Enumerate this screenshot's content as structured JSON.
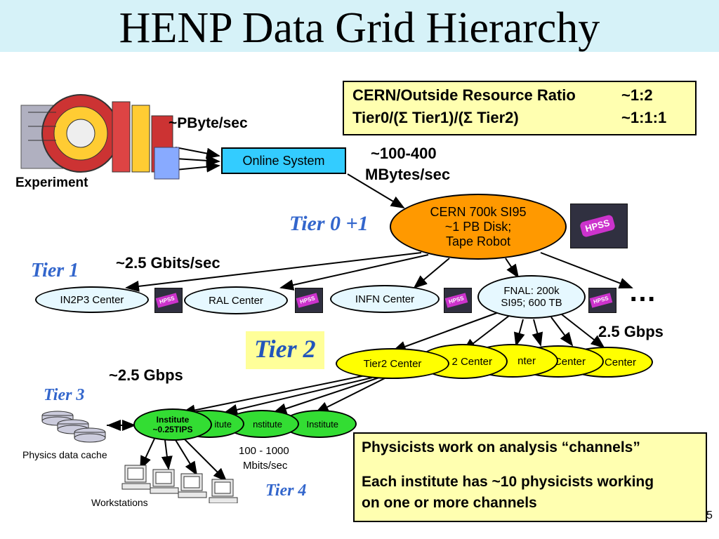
{
  "title": "HENP Data Grid Hierarchy",
  "ratio_box": {
    "line1_label": "CERN/Outside Resource Ratio",
    "line1_value": "~1:2",
    "line2_label": "Tier0/(Σ Tier1)/(Σ Tier2)",
    "line2_value": "~1:1:1"
  },
  "experiment": {
    "label": "Experiment",
    "rate": "~PByte/sec"
  },
  "online_system": {
    "label": "Online System",
    "rate_line1": "~100-400",
    "rate_line2": "MBytes/sec"
  },
  "tier0": {
    "label": "Tier 0 +1",
    "center_line1": "CERN 700k SI95",
    "center_line2": "~1 PB Disk;",
    "center_line3": "Tape Robot",
    "storage_label": "HPSS"
  },
  "tier1": {
    "label": "Tier 1",
    "link_rate": "~2.5 Gbits/sec",
    "centers": [
      {
        "label": "IN2P3 Center"
      },
      {
        "label": "RAL Center"
      },
      {
        "label": "INFN Center"
      },
      {
        "label_line1": "FNAL: 200k",
        "label_line2": "SI95; 600 TB"
      }
    ],
    "more": "…",
    "storage_label": "HPSS"
  },
  "tier2": {
    "label": "Tier 2",
    "link_rate_right": "2.5 Gbps",
    "link_rate_left": "~2.5 Gbps",
    "centers": [
      "Tier2 Center",
      "2 Center",
      "nter",
      "Center",
      "Center"
    ]
  },
  "tier3": {
    "label": "Tier 3",
    "cache_label": "Physics data cache",
    "institutes": [
      {
        "line1": "Institute",
        "line2": "~0.25TIPS"
      },
      {
        "line1": "itute"
      },
      {
        "line1": "nstitute"
      },
      {
        "line1": "Institute"
      }
    ],
    "rate_line1": "100 - 1000",
    "rate_line2": "Mbits/sec"
  },
  "tier4": {
    "label": "Tier 4",
    "workstations_label": "Workstations"
  },
  "notes": {
    "line1": "Physicists work on analysis “channels”",
    "line2": "Each institute has ~10 physicists working on one or more channels"
  },
  "page_number": "5",
  "colors": {
    "title_bg": "#d6f2f8",
    "tier_label": "#3366cc",
    "tier0_fill": "#ff9900",
    "tier1_fill": "#e6f8ff",
    "tier2_fill": "#ffff00",
    "tier3_fill": "#33dd33",
    "note_fill": "#ffffb0",
    "online_fill": "#33ccff"
  }
}
